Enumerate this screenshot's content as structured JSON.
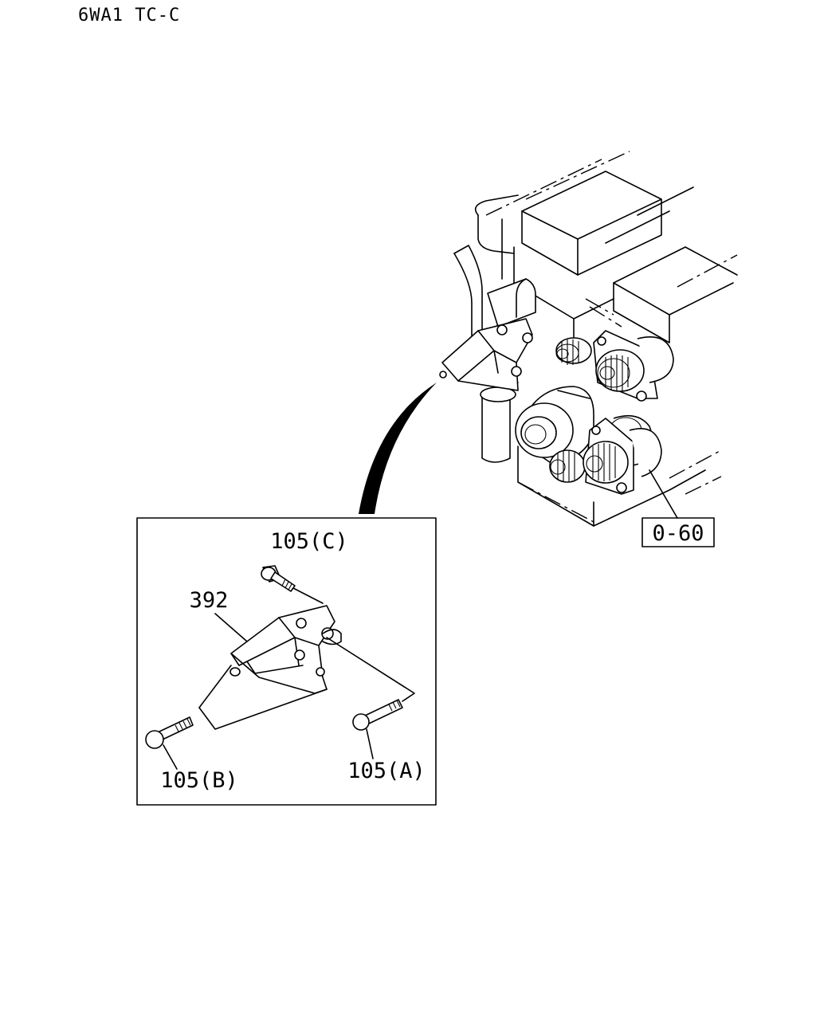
{
  "header": {
    "model_code": "6WA1 TC-C"
  },
  "callouts": {
    "engine_ref": "0-60",
    "bracket": "392",
    "bolt_a": "105(A)",
    "bolt_b": "105(B)",
    "bolt_c": "105(C)"
  }
}
